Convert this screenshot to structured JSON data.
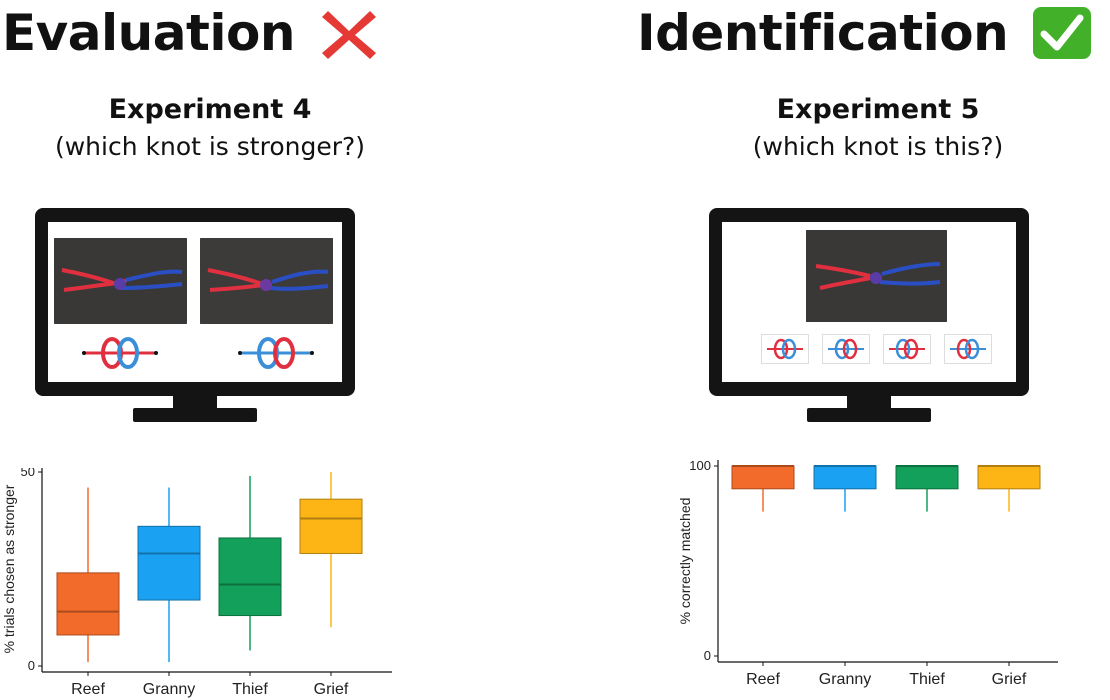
{
  "colors": {
    "reef": "#F26B2A",
    "granny": "#1BA1F2",
    "thief": "#13A05A",
    "grief": "#FDB515",
    "monitor": "#141414",
    "rope_red": "#E0303F",
    "rope_blue": "#2A4FC4",
    "fail": "#E53935",
    "ok": "#43B02A"
  },
  "left": {
    "heading": "Evaluation",
    "heading_icon": "cross-mark-icon",
    "experiment_title": "Experiment 4",
    "experiment_question": "(which knot is stronger?)"
  },
  "right": {
    "heading": "Identification",
    "heading_icon": "check-mark-icon",
    "experiment_title": "Experiment 5",
    "experiment_question": "(which knot is this?)"
  },
  "chart_data": [
    {
      "type": "boxplot",
      "title": "",
      "xlabel": "",
      "ylabel": "% trials chosen as stronger",
      "ylim": [
        0,
        50
      ],
      "yticks": [
        0,
        50
      ],
      "categories": [
        "Reef",
        "Granny",
        "Thief",
        "Grief"
      ],
      "boxes": [
        {
          "name": "Reef",
          "color_key": "reef",
          "min": 1,
          "q1": 8,
          "median": 14,
          "q3": 24,
          "max": 46
        },
        {
          "name": "Granny",
          "color_key": "granny",
          "min": 1,
          "q1": 17,
          "median": 29,
          "q3": 36,
          "max": 46
        },
        {
          "name": "Thief",
          "color_key": "thief",
          "min": 4,
          "q1": 13,
          "median": 21,
          "q3": 33,
          "max": 49
        },
        {
          "name": "Grief",
          "color_key": "grief",
          "min": 10,
          "q1": 29,
          "median": 38,
          "q3": 43,
          "max": 50
        }
      ]
    },
    {
      "type": "boxplot",
      "title": "",
      "xlabel": "",
      "ylabel": "% correctly  matched",
      "ylim": [
        0,
        100
      ],
      "yticks": [
        0,
        100
      ],
      "categories": [
        "Reef",
        "Granny",
        "Thief",
        "Grief"
      ],
      "boxes": [
        {
          "name": "Reef",
          "color_key": "reef",
          "min": 76,
          "q1": 88,
          "median": 100,
          "q3": 100,
          "max": 100
        },
        {
          "name": "Granny",
          "color_key": "granny",
          "min": 76,
          "q1": 88,
          "median": 100,
          "q3": 100,
          "max": 100
        },
        {
          "name": "Thief",
          "color_key": "thief",
          "min": 76,
          "q1": 88,
          "median": 100,
          "q3": 100,
          "max": 100
        },
        {
          "name": "Grief",
          "color_key": "grief",
          "min": 76,
          "q1": 88,
          "median": 100,
          "q3": 100,
          "max": 100
        }
      ]
    }
  ]
}
